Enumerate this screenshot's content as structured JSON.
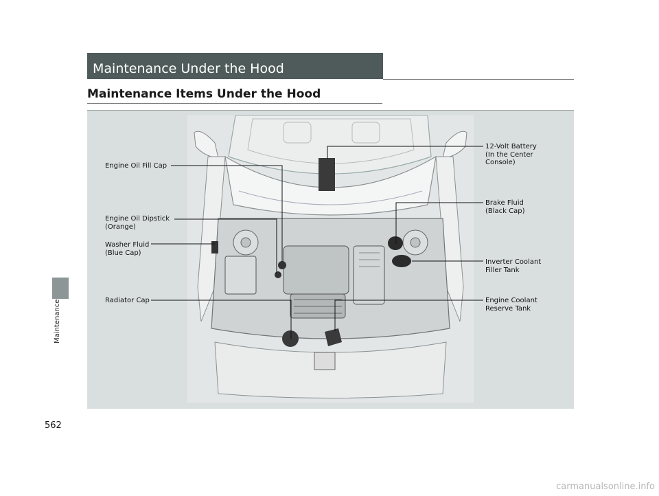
{
  "section": {
    "title": "Maintenance Under the Hood",
    "side_label": "Maintenance"
  },
  "subheading": "Maintenance Items Under the Hood",
  "figure": {
    "labels": {
      "oil_fill_cap": "Engine Oil Fill Cap",
      "oil_dipstick": "Engine Oil Dipstick\n(Orange)",
      "washer_fluid": "Washer Fluid\n(Blue Cap)",
      "radiator_cap": "Radiator Cap",
      "battery": "12-Volt Battery\n(In the Center\nConsole)",
      "brake_fluid": "Brake Fluid\n(Black Cap)",
      "inverter_coolant": "Inverter Coolant\nFiller Tank",
      "engine_coolant": "Engine Coolant\nReserve Tank"
    }
  },
  "page_number": "562",
  "watermark": "carmanualsonline.info",
  "colors": {
    "section_bar": "#4f5b5b",
    "figure_bg": "#d9dfdf",
    "side_tab": "#8c9696"
  }
}
